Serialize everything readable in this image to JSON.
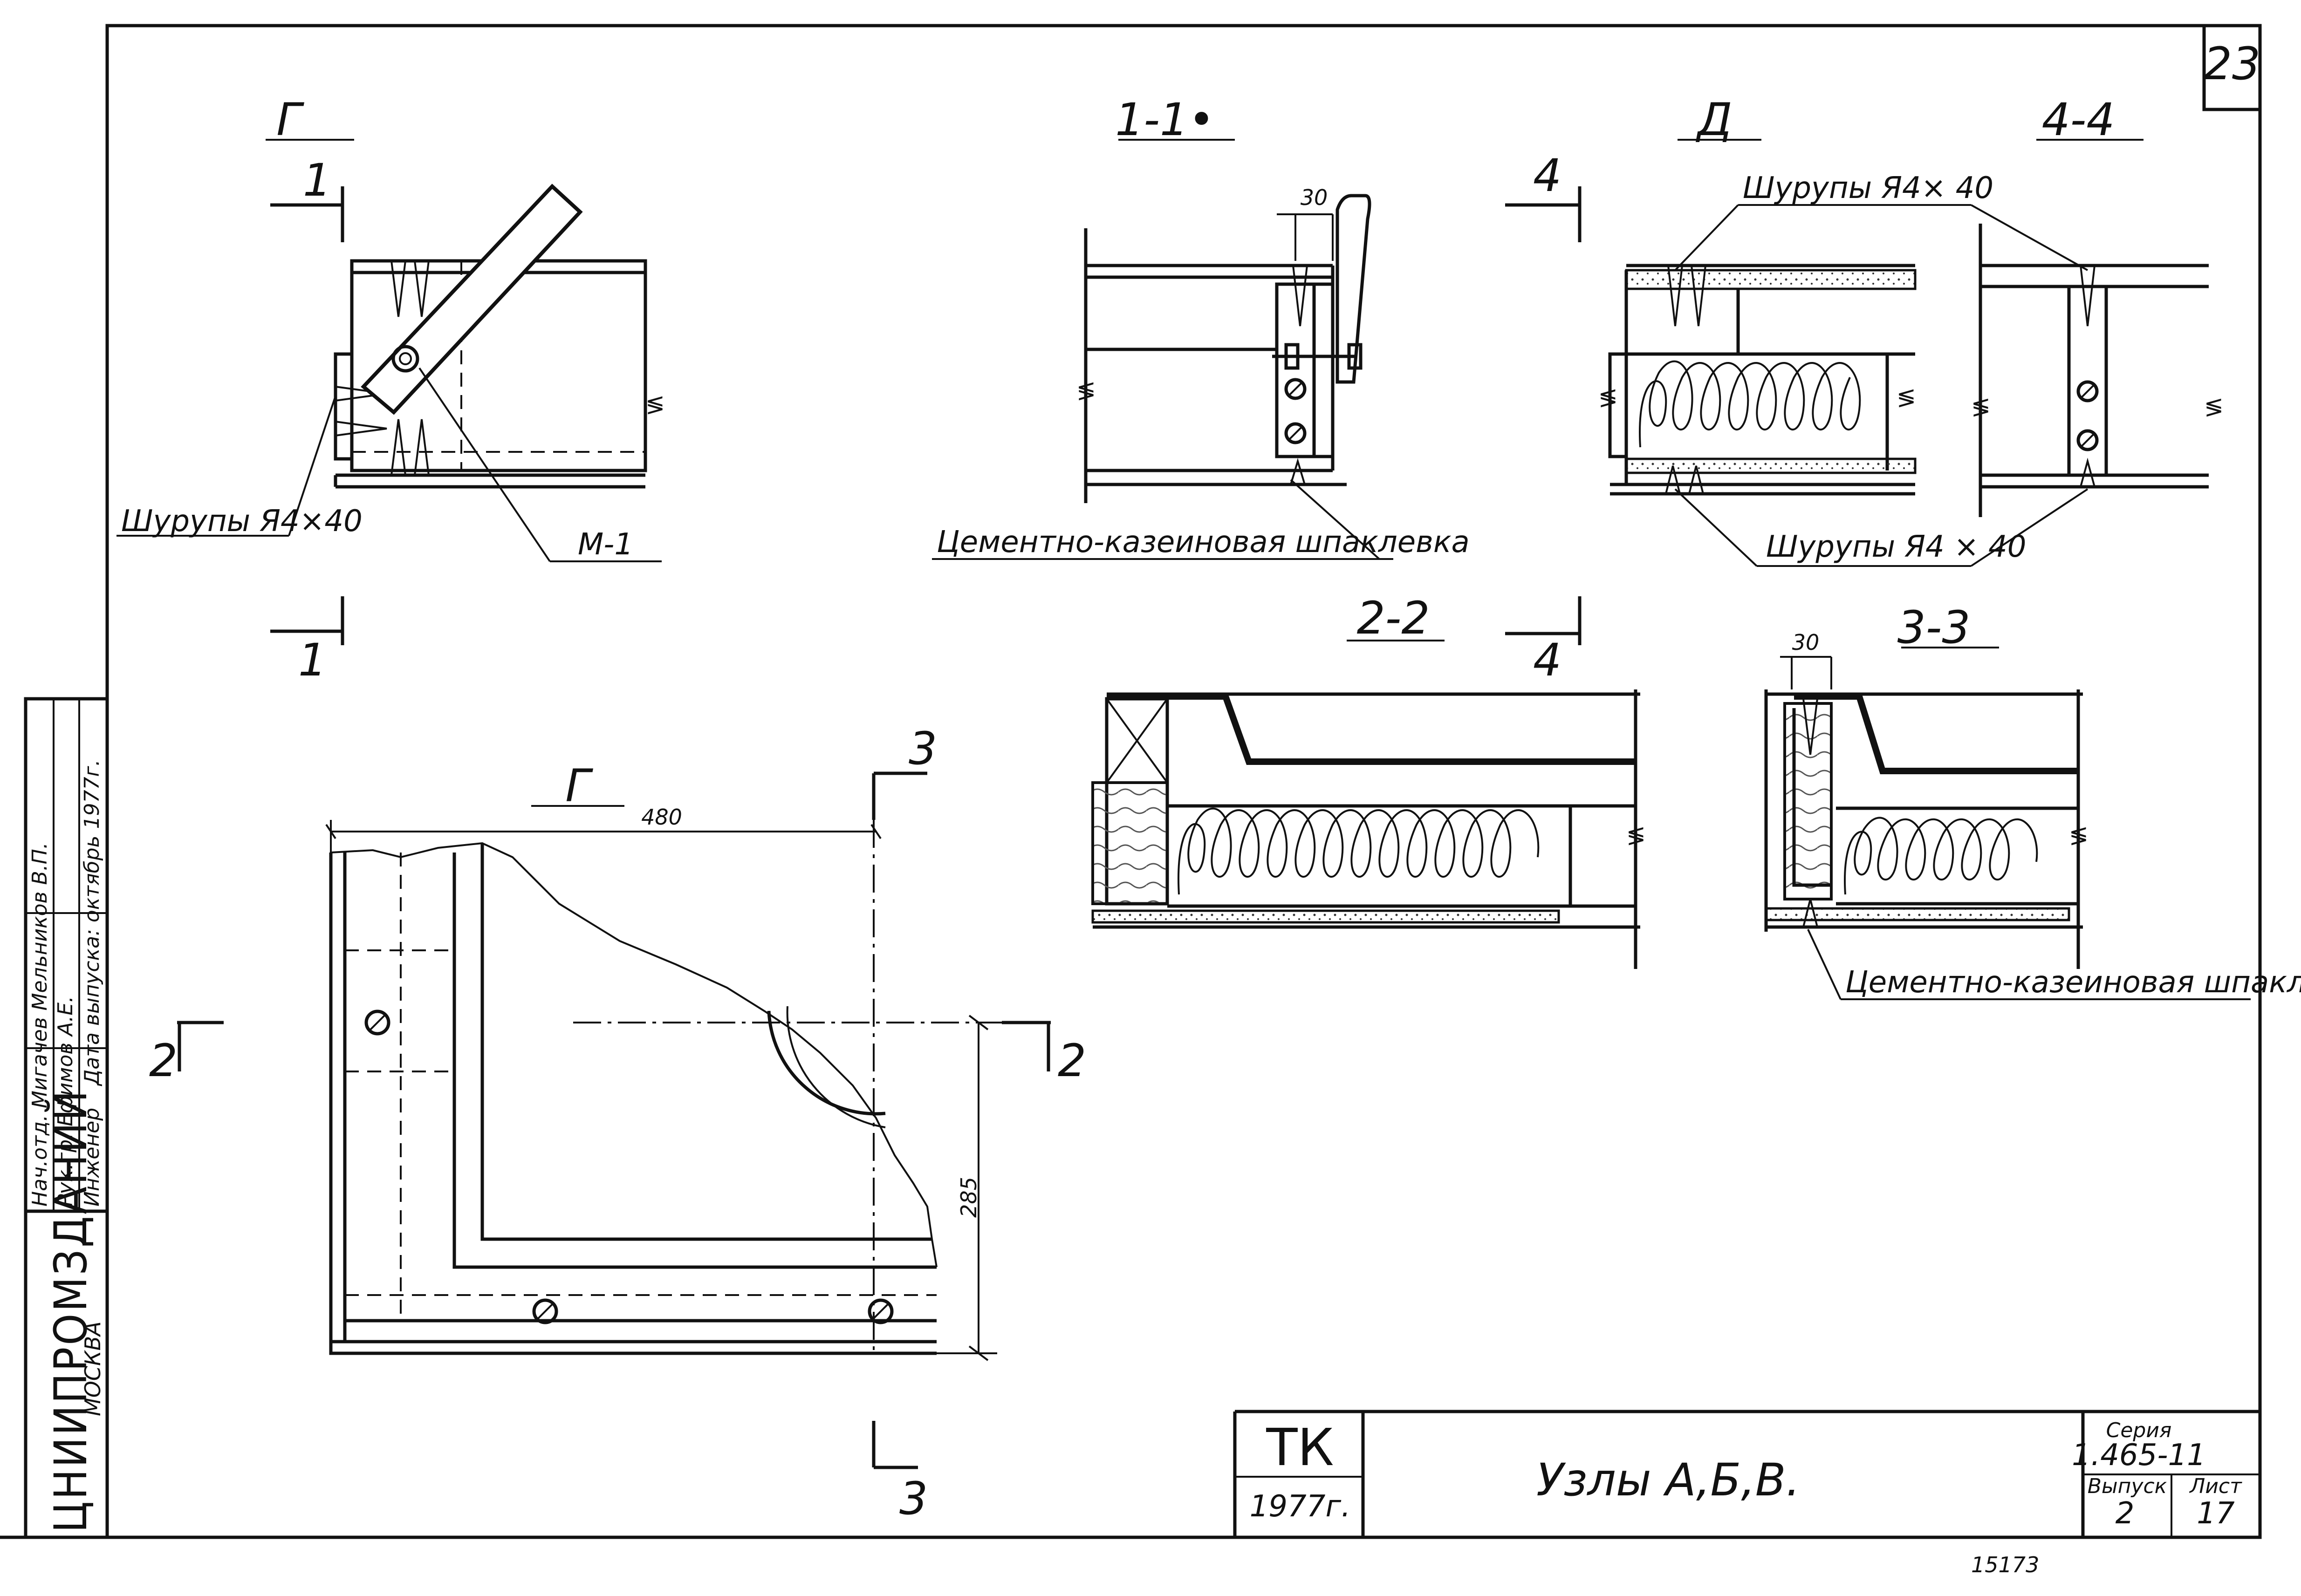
{
  "sheet_number": "23",
  "views": {
    "g_top": "Г",
    "s11": "1-1•",
    "d": "Д",
    "s44": "4-4",
    "s22": "2-2",
    "s33": "3-3",
    "g_bottom": "Г"
  },
  "section_marks": {
    "m1": "1",
    "m2": "2",
    "m3": "3",
    "m4": "4"
  },
  "labels": {
    "screws_g": "Шурупы Я4×40",
    "m1_part": "М-1",
    "putty_11": "Цементно-казеиновая шпаклевка",
    "screws_d_top": "Шурупы Я4× 40",
    "screws_d_bottom": "Шурупы Я4 × 40",
    "putty_33": "Цементно-казеиновая шпаклевка"
  },
  "dimensions": {
    "d30_a": "30",
    "d30_b": "30",
    "d480": "480",
    "d285": "285"
  },
  "stamp": {
    "row1": "Нач.отд.  Мигачев  Мельников В.П.",
    "row2": "Рук.гр.  Ефимов А.Е.",
    "engineer": "Инженер",
    "issue_date": "Дата выпуска: октябрь 1977г.",
    "org_name": "ЦНИИПРОМЗДАНИЙ",
    "city": "МОСКВА"
  },
  "title_block": {
    "brand": "ТК",
    "year": "1977г.",
    "title": "Узлы А,Б,В.",
    "series_label": "Серия",
    "series_value": "1.465-11",
    "issue_label": "Выпуск",
    "issue_value": "2",
    "sheet_label": "Лист",
    "sheet_value": "17"
  },
  "inventory_number": "15173"
}
